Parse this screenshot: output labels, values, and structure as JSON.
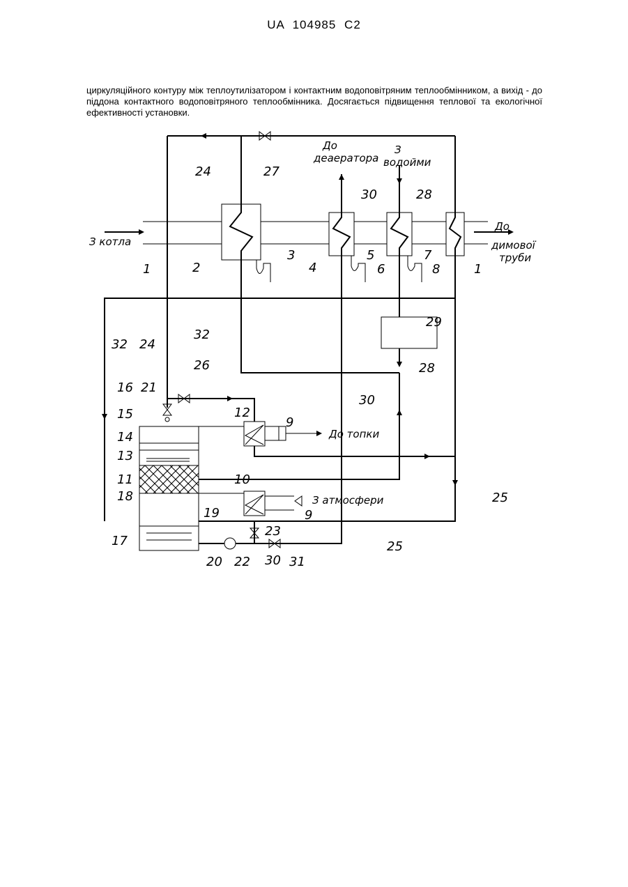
{
  "header": {
    "patent": "UA   104985   C2"
  },
  "abstract": {
    "text": "циркуляційного контуру між теплоутилізатором і контактним водоповітряним теплообмінником, а вихід - до піддона контактного водоповітряного теплообмінника. Досягається підвищення теплової та екологічної ефективності установки."
  },
  "diagram": {
    "texts": {
      "from_boiler": "З котла",
      "to_deaerator_1": "До",
      "to_deaerator_2": "деаератора",
      "from_water_1": "З",
      "from_water_2": "водойми",
      "to_chimney_1": "До",
      "to_chimney_2": "димової",
      "to_chimney_3": "труби",
      "to_furnace": "До топки",
      "from_atmosphere": "З  атмосфери"
    },
    "labels": {
      "n1a": "1",
      "n1b": "1",
      "n2": "2",
      "n3": "3",
      "n4": "4",
      "n5": "5",
      "n6": "6",
      "n7": "7",
      "n8": "8",
      "n9a": "9",
      "n9b": "9",
      "n10": "10",
      "n11": "11",
      "n12": "12",
      "n13": "13",
      "n14": "14",
      "n15": "15",
      "n16": "16",
      "n17": "17",
      "n18": "18",
      "n19": "19",
      "n20": "20",
      "n21": "21",
      "n22": "22",
      "n23": "23",
      "n24a": "24",
      "n24b": "24",
      "n25a": "25",
      "n25b": "25",
      "n26": "26",
      "n27": "27",
      "n28a": "28",
      "n28b": "28",
      "n29": "29",
      "n30a": "30",
      "n30b": "30",
      "n30c": "30",
      "n31": "31",
      "n32a": "32",
      "n32b": "32"
    }
  }
}
